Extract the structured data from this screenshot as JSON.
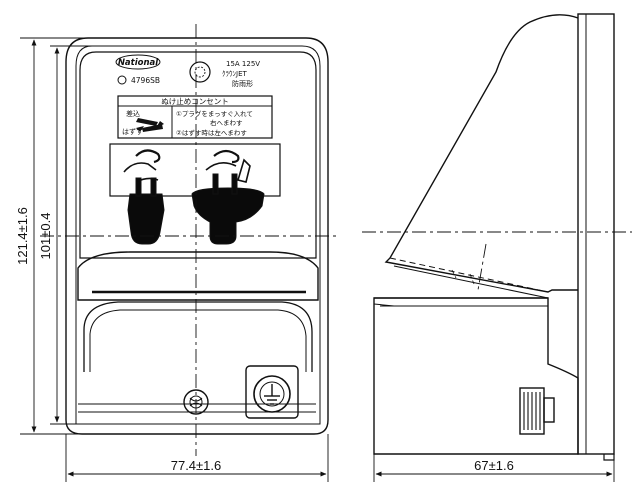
{
  "dimensions": {
    "overall_height": "121.4±1.6",
    "inner_height": "101±0.4",
    "width": "77.4±1.6",
    "depth": "67±1.6"
  },
  "product_label": {
    "brand": "National",
    "model_number": "4796SB",
    "rating_line1": "15A 125V",
    "rating_line2": "ｸﾗｳﾝJET",
    "rating_line3": "防雨形",
    "instruction_title": "ぬけ止めコンセント",
    "instruction_left_top": "差込",
    "instruction_left_bottom": "はずす",
    "instruction_step1_line1": "①プラグをまっすぐ入れて",
    "instruction_step1_line2": "右へまわす",
    "instruction_step2": "②はずす時は左へまわす"
  },
  "colors": {
    "line": "#111111",
    "plug_fill": "#0a0a0a",
    "background": "#ffffff"
  }
}
